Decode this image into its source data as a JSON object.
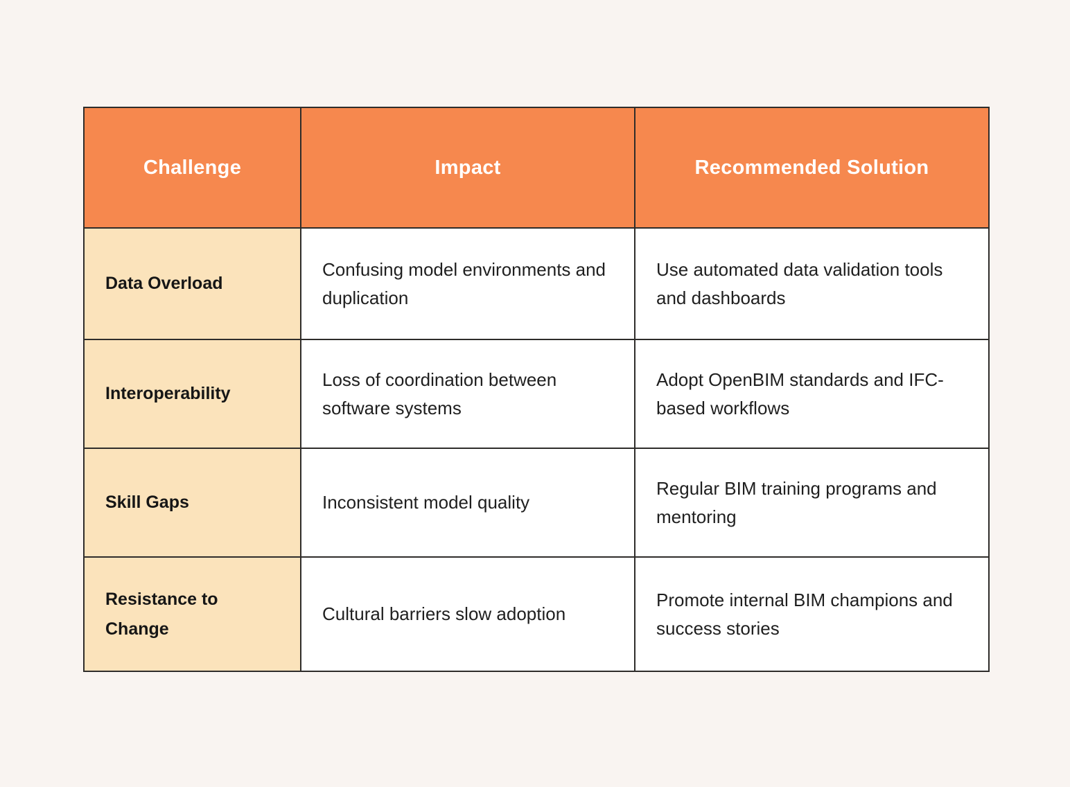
{
  "page": {
    "background_color": "#F9F4F1"
  },
  "table": {
    "colors": {
      "header_bg": "#F6884E",
      "header_text": "#FFFFFF",
      "challenge_column_bg": "#FBE3BB",
      "cell_bg": "#FFFFFF",
      "border": "#2E2C2A",
      "body_text": "#1F1F1F"
    },
    "header": {
      "challenge": "Challenge",
      "impact": "Impact",
      "solution": "Recommended Solution"
    },
    "rows": [
      {
        "challenge": "Data Overload",
        "impact": "Confusing model environments and duplication",
        "solution": "Use automated data validation tools and dashboards"
      },
      {
        "challenge": "Interoperability",
        "impact": "Loss of coordination between software systems",
        "solution": "Adopt OpenBIM standards and IFC-based workflows"
      },
      {
        "challenge": "Skill Gaps",
        "impact": "Inconsistent model quality",
        "solution": "Regular BIM training programs and mentoring"
      },
      {
        "challenge": "Resistance to Change",
        "impact": "Cultural barriers slow adoption",
        "solution": "Promote internal BIM champions and success stories"
      }
    ]
  }
}
